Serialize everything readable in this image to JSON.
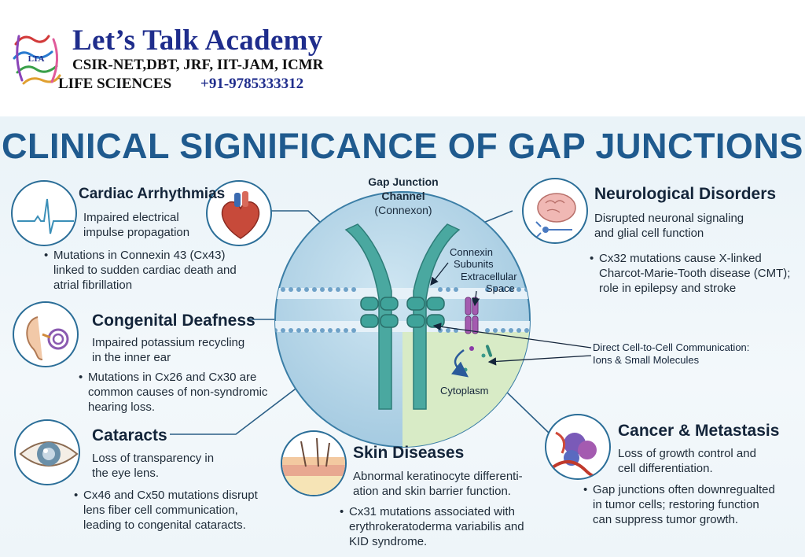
{
  "header": {
    "title": "Let’s Talk Academy",
    "exams": "CSIR-NET,DBT, JRF, IIT-JAM, ICMR",
    "subject": "LIFE SCIENCES",
    "phone": "+91-9785333312",
    "logo_text": "LTA"
  },
  "infographic": {
    "title": "CLINICAL SIGNIFICANCE OF GAP JUNCTIONS",
    "center": {
      "title_line1": "Gap Junction",
      "title_line2": "Channel",
      "subtitle": "(Connexon)",
      "label_connexin_1": "Connexin",
      "label_connexin_2": "Subunits",
      "label_extracellular_1": "Extracellular",
      "label_extracellular_2": "Space",
      "label_cytoplasm": "Cytoplasm",
      "label_direct_1": "Direct Cell-to-Cell Communication:",
      "label_direct_2": "Ions & Small Molecules"
    },
    "panels": {
      "cardiac": {
        "title": "Cardiac Arrhythmias",
        "desc_1": "Impaired electrical",
        "desc_2": "impulse propagation",
        "bullet_1": "Mutations in Connexin 43 (Cx43)",
        "bullet_2": "linked to sudden cardiac death and",
        "bullet_3": "atrial fibrillation"
      },
      "deafness": {
        "title": "Congenital Deafness",
        "desc_1": "Impaired potassium recycling",
        "desc_2": "in the inner ear",
        "bullet_1": "Mutations in Cx26 and Cx30 are",
        "bullet_2": "common causes of non-syndromic",
        "bullet_3": "hearing loss."
      },
      "cataracts": {
        "title": "Cataracts",
        "desc_1": "Loss of transparency in",
        "desc_2": "the eye lens.",
        "bullet_1": "Cx46 and Cx50 mutations disrupt",
        "bullet_2": "lens fiber cell communication,",
        "bullet_3": "leading to congenital cataracts."
      },
      "skin": {
        "title": "Skin Diseases",
        "desc_1": "Abnormal keratinocyte differenti-",
        "desc_2": "ation and skin barrier function.",
        "bullet_1": "Cx31 mutations associated with",
        "bullet_2": "erythrokeratoderma variabilis and",
        "bullet_3": "KID syndrome."
      },
      "neuro": {
        "title": "Neurological Disorders",
        "desc_1": "Disrupted neuronal signaling",
        "desc_2": "and glial cell function",
        "bullet_1": "Cx32 mutations cause X-linked",
        "bullet_2": "Charcot-Marie-Tooth disease (CMT);",
        "bullet_3": "role in epilepsy and stroke"
      },
      "cancer": {
        "title": "Cancer & Metastasis",
        "desc_1": "Loss of growth control and",
        "desc_2": "cell differentiation.",
        "bullet_1": "Gap junctions often downregualted",
        "bullet_2": "in tumor cells; restoring function",
        "bullet_3": "can suppress tumor growth."
      }
    },
    "colors": {
      "title_blue": "#1f5a8e",
      "brand_blue": "#1f2d8c",
      "connexin_teal": "#3a9e9a",
      "circle_blue": "#a9cde3",
      "cytoplasm_green": "#d8ebc6"
    }
  }
}
